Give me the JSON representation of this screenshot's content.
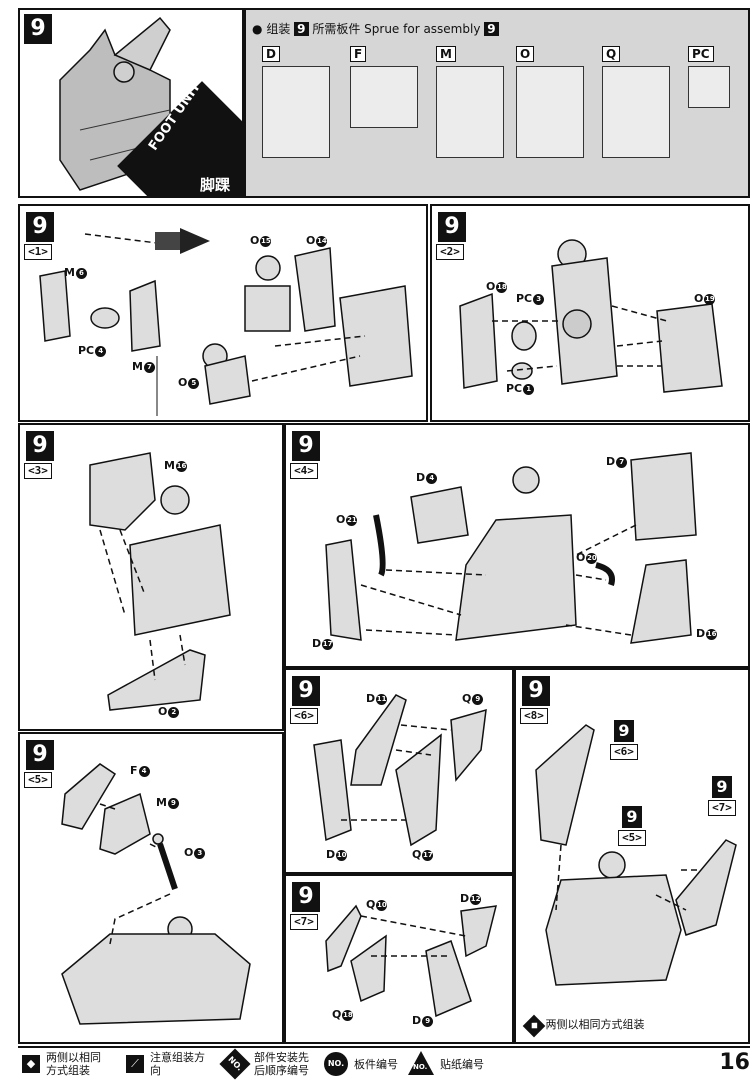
{
  "header": {
    "step_number": "9",
    "unit_title_en": "FOOT UNIT",
    "unit_title_cn": "脚踝",
    "sprue_heading_cn": "组装",
    "sprue_heading_num": "9",
    "sprue_heading_mid": "所需板件 Sprue for assembly",
    "sprue_heading_num2": "9",
    "sprues": [
      "D",
      "F",
      "M",
      "O",
      "Q",
      "PC"
    ]
  },
  "steps": {
    "s1": {
      "num": "9",
      "sub": "<1>",
      "parts": {
        "m": "M",
        "m_n": "6",
        "pc": "PC",
        "pc_n": "4",
        "m7": "M",
        "m7_n": "7",
        "o15": "O",
        "o15_n": "15",
        "o14": "O",
        "o14_n": "14",
        "o5": "O",
        "o5_n": "5"
      }
    },
    "s2": {
      "num": "9",
      "sub": "<2>",
      "parts": {
        "o18": "O",
        "o18_n": "18",
        "pc3": "PC",
        "pc3_n": "3",
        "pc1": "PC",
        "pc1_n": "1",
        "o19": "O",
        "o19_n": "19"
      }
    },
    "s3": {
      "num": "9",
      "sub": "<3>",
      "parts": {
        "m16": "M",
        "m16_n": "16",
        "o2": "O",
        "o2_n": "2"
      }
    },
    "s4": {
      "num": "9",
      "sub": "<4>",
      "parts": {
        "d4": "D",
        "d4_n": "4",
        "o21": "O",
        "o21_n": "21",
        "d7": "D",
        "d7_n": "7",
        "o20": "O",
        "o20_n": "20",
        "d17": "D",
        "d17_n": "17",
        "d16": "D",
        "d16_n": "16"
      }
    },
    "s5": {
      "num": "9",
      "sub": "<5>",
      "parts": {
        "f4": "F",
        "f4_n": "4",
        "m9": "M",
        "m9_n": "9",
        "o3": "O",
        "o3_n": "3"
      }
    },
    "s6": {
      "num": "9",
      "sub": "<6>",
      "parts": {
        "d11": "D",
        "d11_n": "11",
        "q9": "Q",
        "q9_n": "9",
        "d10": "D",
        "d10_n": "10",
        "q17": "Q",
        "q17_n": "17"
      }
    },
    "s7": {
      "num": "9",
      "sub": "<7>",
      "parts": {
        "q10": "Q",
        "q10_n": "10",
        "d12": "D",
        "d12_n": "12",
        "q18": "Q",
        "q18_n": "18",
        "d9": "D",
        "d9_n": "9"
      }
    },
    "s8": {
      "num": "9",
      "sub": "<8>",
      "ref6_num": "9",
      "ref6_sub": "<6>",
      "ref5_num": "9",
      "ref5_sub": "<5>",
      "ref7_num": "9",
      "ref7_sub": "<7>",
      "note": "两侧以相同方式组装"
    }
  },
  "footer": {
    "legend": [
      {
        "icon": "both-sides-icon",
        "text": "两侧以相同\n方式组装"
      },
      {
        "icon": "caution-icon",
        "text": "注意组装方\n向"
      },
      {
        "icon": "order-number-icon",
        "icon_label": "NO.",
        "text": "部件安装先\n后顺序编号"
      },
      {
        "icon": "part-number-icon",
        "icon_label": "NO.",
        "text": "板件编号"
      },
      {
        "icon": "sticker-number-icon",
        "icon_label": "NO.",
        "text": "贴纸编号"
      }
    ],
    "page_number": "16"
  },
  "colors": {
    "ink": "#111111",
    "sprue_bg": "#e2e2e2",
    "header_bg": "#d6d6d6"
  }
}
